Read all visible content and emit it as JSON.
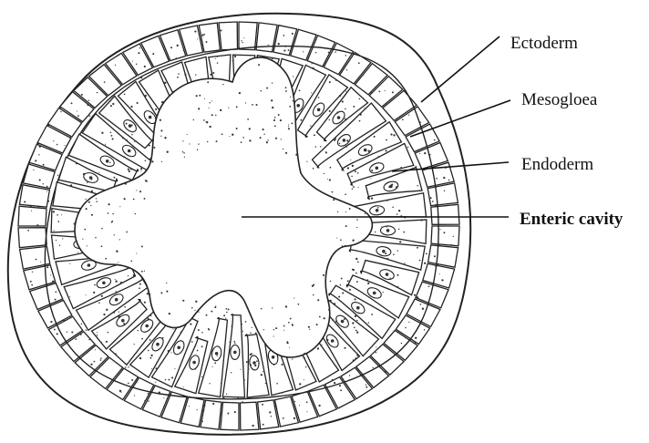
{
  "diagram": {
    "labels": {
      "ectoderm": "Ectoderm",
      "mesogloea": "Mesogloea",
      "endoderm": "Endoderm",
      "enteric_cavity": "Enteric cavity"
    }
  }
}
